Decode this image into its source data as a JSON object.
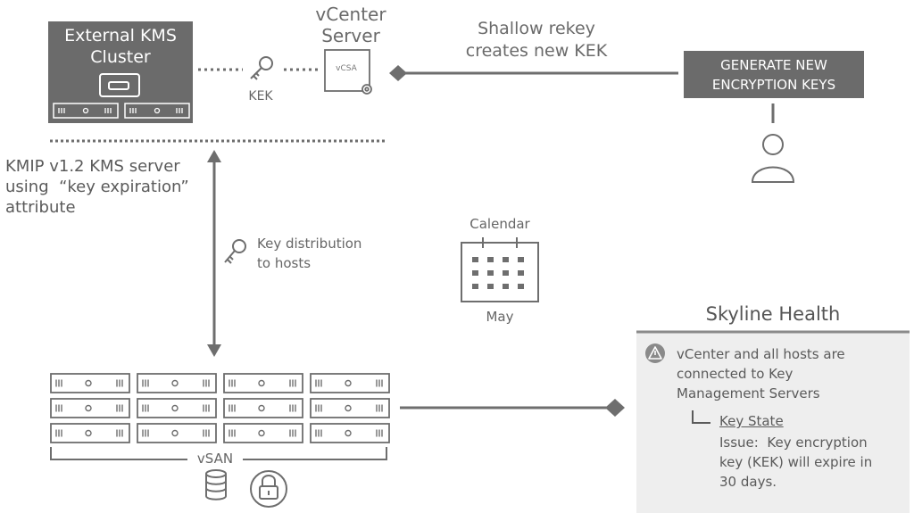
{
  "kms": {
    "title_line1": "External KMS",
    "title_line2": "Cluster"
  },
  "vcenter": {
    "title_line1": "vCenter",
    "title_line2": "Server",
    "appliance_label": "vCSA"
  },
  "kek": {
    "label": "KEK"
  },
  "rekey": {
    "line1": "Shallow rekey",
    "line2": "creates new KEK"
  },
  "generate_button": {
    "line1": "GENERATE NEW",
    "line2": "ENCRYPTION KEYS"
  },
  "kmip": {
    "line1": "KMIP v1.2 KMS server",
    "line2": "using  “key expiration”",
    "line3": "attribute"
  },
  "distribution": {
    "line1": "Key distribution",
    "line2": "to hosts"
  },
  "calendar": {
    "title": "Calendar",
    "month": "May"
  },
  "vsan": {
    "label": "vSAN"
  },
  "skyline": {
    "title": "Skyline Health",
    "message_line1": "vCenter and all hosts are",
    "message_line2": "connected to Key",
    "message_line3": "Management Servers",
    "key_state": "Key State",
    "issue_line1": "Issue:  Key encryption",
    "issue_line2": "key (KEK) will expire in",
    "issue_line3": "30 days."
  },
  "colors": {
    "dark_box": "#6b6b6b",
    "line": "#6e6e6e",
    "panel": "#eeeeee",
    "text": "#5f5f5f"
  }
}
